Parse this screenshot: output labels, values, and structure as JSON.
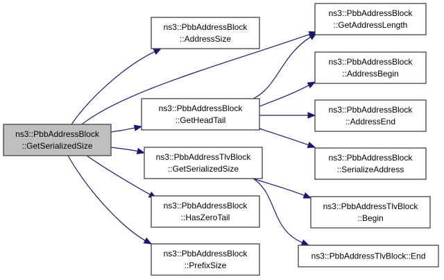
{
  "diagram": {
    "type": "call-graph",
    "edge_color": "#191970",
    "root_fill": "#bfbfbf",
    "node_fill": "#ffffff",
    "nodes": [
      {
        "id": "root",
        "lines": [
          "ns3::PbbAddressBlock",
          "::GetSerializedSize"
        ],
        "root": true
      },
      {
        "id": "addrsize",
        "lines": [
          "ns3::PbbAddressBlock",
          "::AddressSize"
        ]
      },
      {
        "id": "headtail",
        "lines": [
          "ns3::PbbAddressBlock",
          "::GetHeadTail"
        ]
      },
      {
        "id": "tlvsize",
        "lines": [
          "ns3::PbbAddressTlvBlock",
          "::GetSerializedSize"
        ]
      },
      {
        "id": "haszero",
        "lines": [
          "ns3::PbbAddressBlock",
          "::HasZeroTail"
        ]
      },
      {
        "id": "prefix",
        "lines": [
          "ns3::PbbAddressBlock",
          "::PrefixSize"
        ]
      },
      {
        "id": "addrlen",
        "lines": [
          "ns3::PbbAddressBlock",
          "::GetAddressLength"
        ]
      },
      {
        "id": "abegin",
        "lines": [
          "ns3::PbbAddressBlock",
          "::AddressBegin"
        ]
      },
      {
        "id": "aend",
        "lines": [
          "ns3::PbbAddressBlock",
          "::AddressEnd"
        ]
      },
      {
        "id": "serial",
        "lines": [
          "ns3::PbbAddressBlock",
          "::SerializeAddress"
        ]
      },
      {
        "id": "tbegin",
        "lines": [
          "ns3::PbbAddressTlvBlock",
          "::Begin"
        ]
      },
      {
        "id": "tend",
        "lines": [
          "ns3::PbbAddressTlvBlock::End"
        ]
      }
    ],
    "edges": [
      {
        "from": "root",
        "to": "addrsize"
      },
      {
        "from": "root",
        "to": "addrlen"
      },
      {
        "from": "root",
        "to": "headtail"
      },
      {
        "from": "root",
        "to": "tlvsize"
      },
      {
        "from": "root",
        "to": "haszero"
      },
      {
        "from": "root",
        "to": "prefix"
      },
      {
        "from": "headtail",
        "to": "addrlen"
      },
      {
        "from": "headtail",
        "to": "abegin"
      },
      {
        "from": "headtail",
        "to": "aend"
      },
      {
        "from": "headtail",
        "to": "serial"
      },
      {
        "from": "tlvsize",
        "to": "tbegin"
      },
      {
        "from": "tlvsize",
        "to": "tend"
      }
    ]
  }
}
